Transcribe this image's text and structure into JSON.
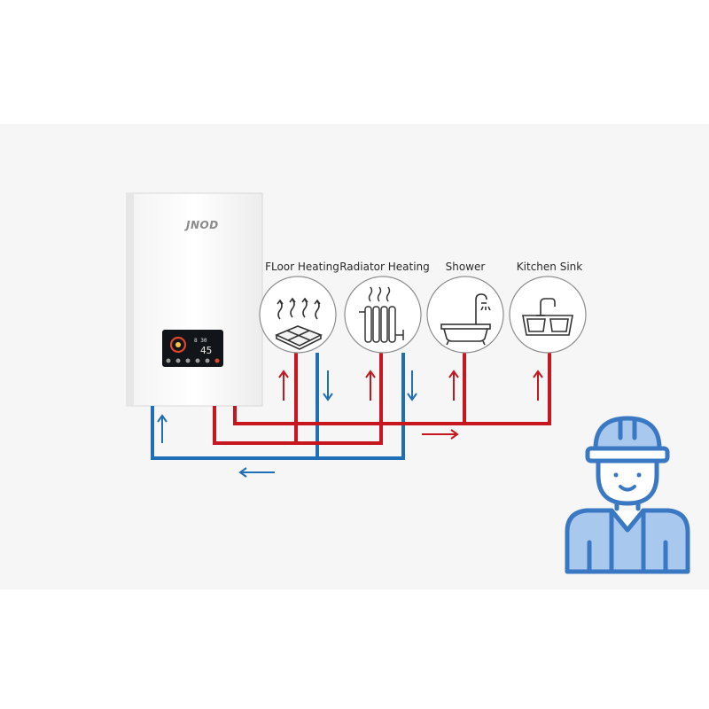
{
  "heater": {
    "brand": "JNOD",
    "display": {
      "time": "8 30",
      "temp": "45"
    }
  },
  "outlets": [
    {
      "label": "FLoor Heating",
      "icon": "floor-heating-icon"
    },
    {
      "label": "Radiator Heating",
      "icon": "radiator-icon"
    },
    {
      "label": "Shower",
      "icon": "bathtub-shower-icon"
    },
    {
      "label": "Kitchen Sink",
      "icon": "kitchen-sink-icon"
    }
  ],
  "colors": {
    "hot_pipe": "#c8161e",
    "cold_pipe": "#1f6fb8",
    "worker_icon": "#3b78c4",
    "worker_fill": "#a9c8ee"
  },
  "icons": {
    "worker": "plumber-worker-icon"
  }
}
